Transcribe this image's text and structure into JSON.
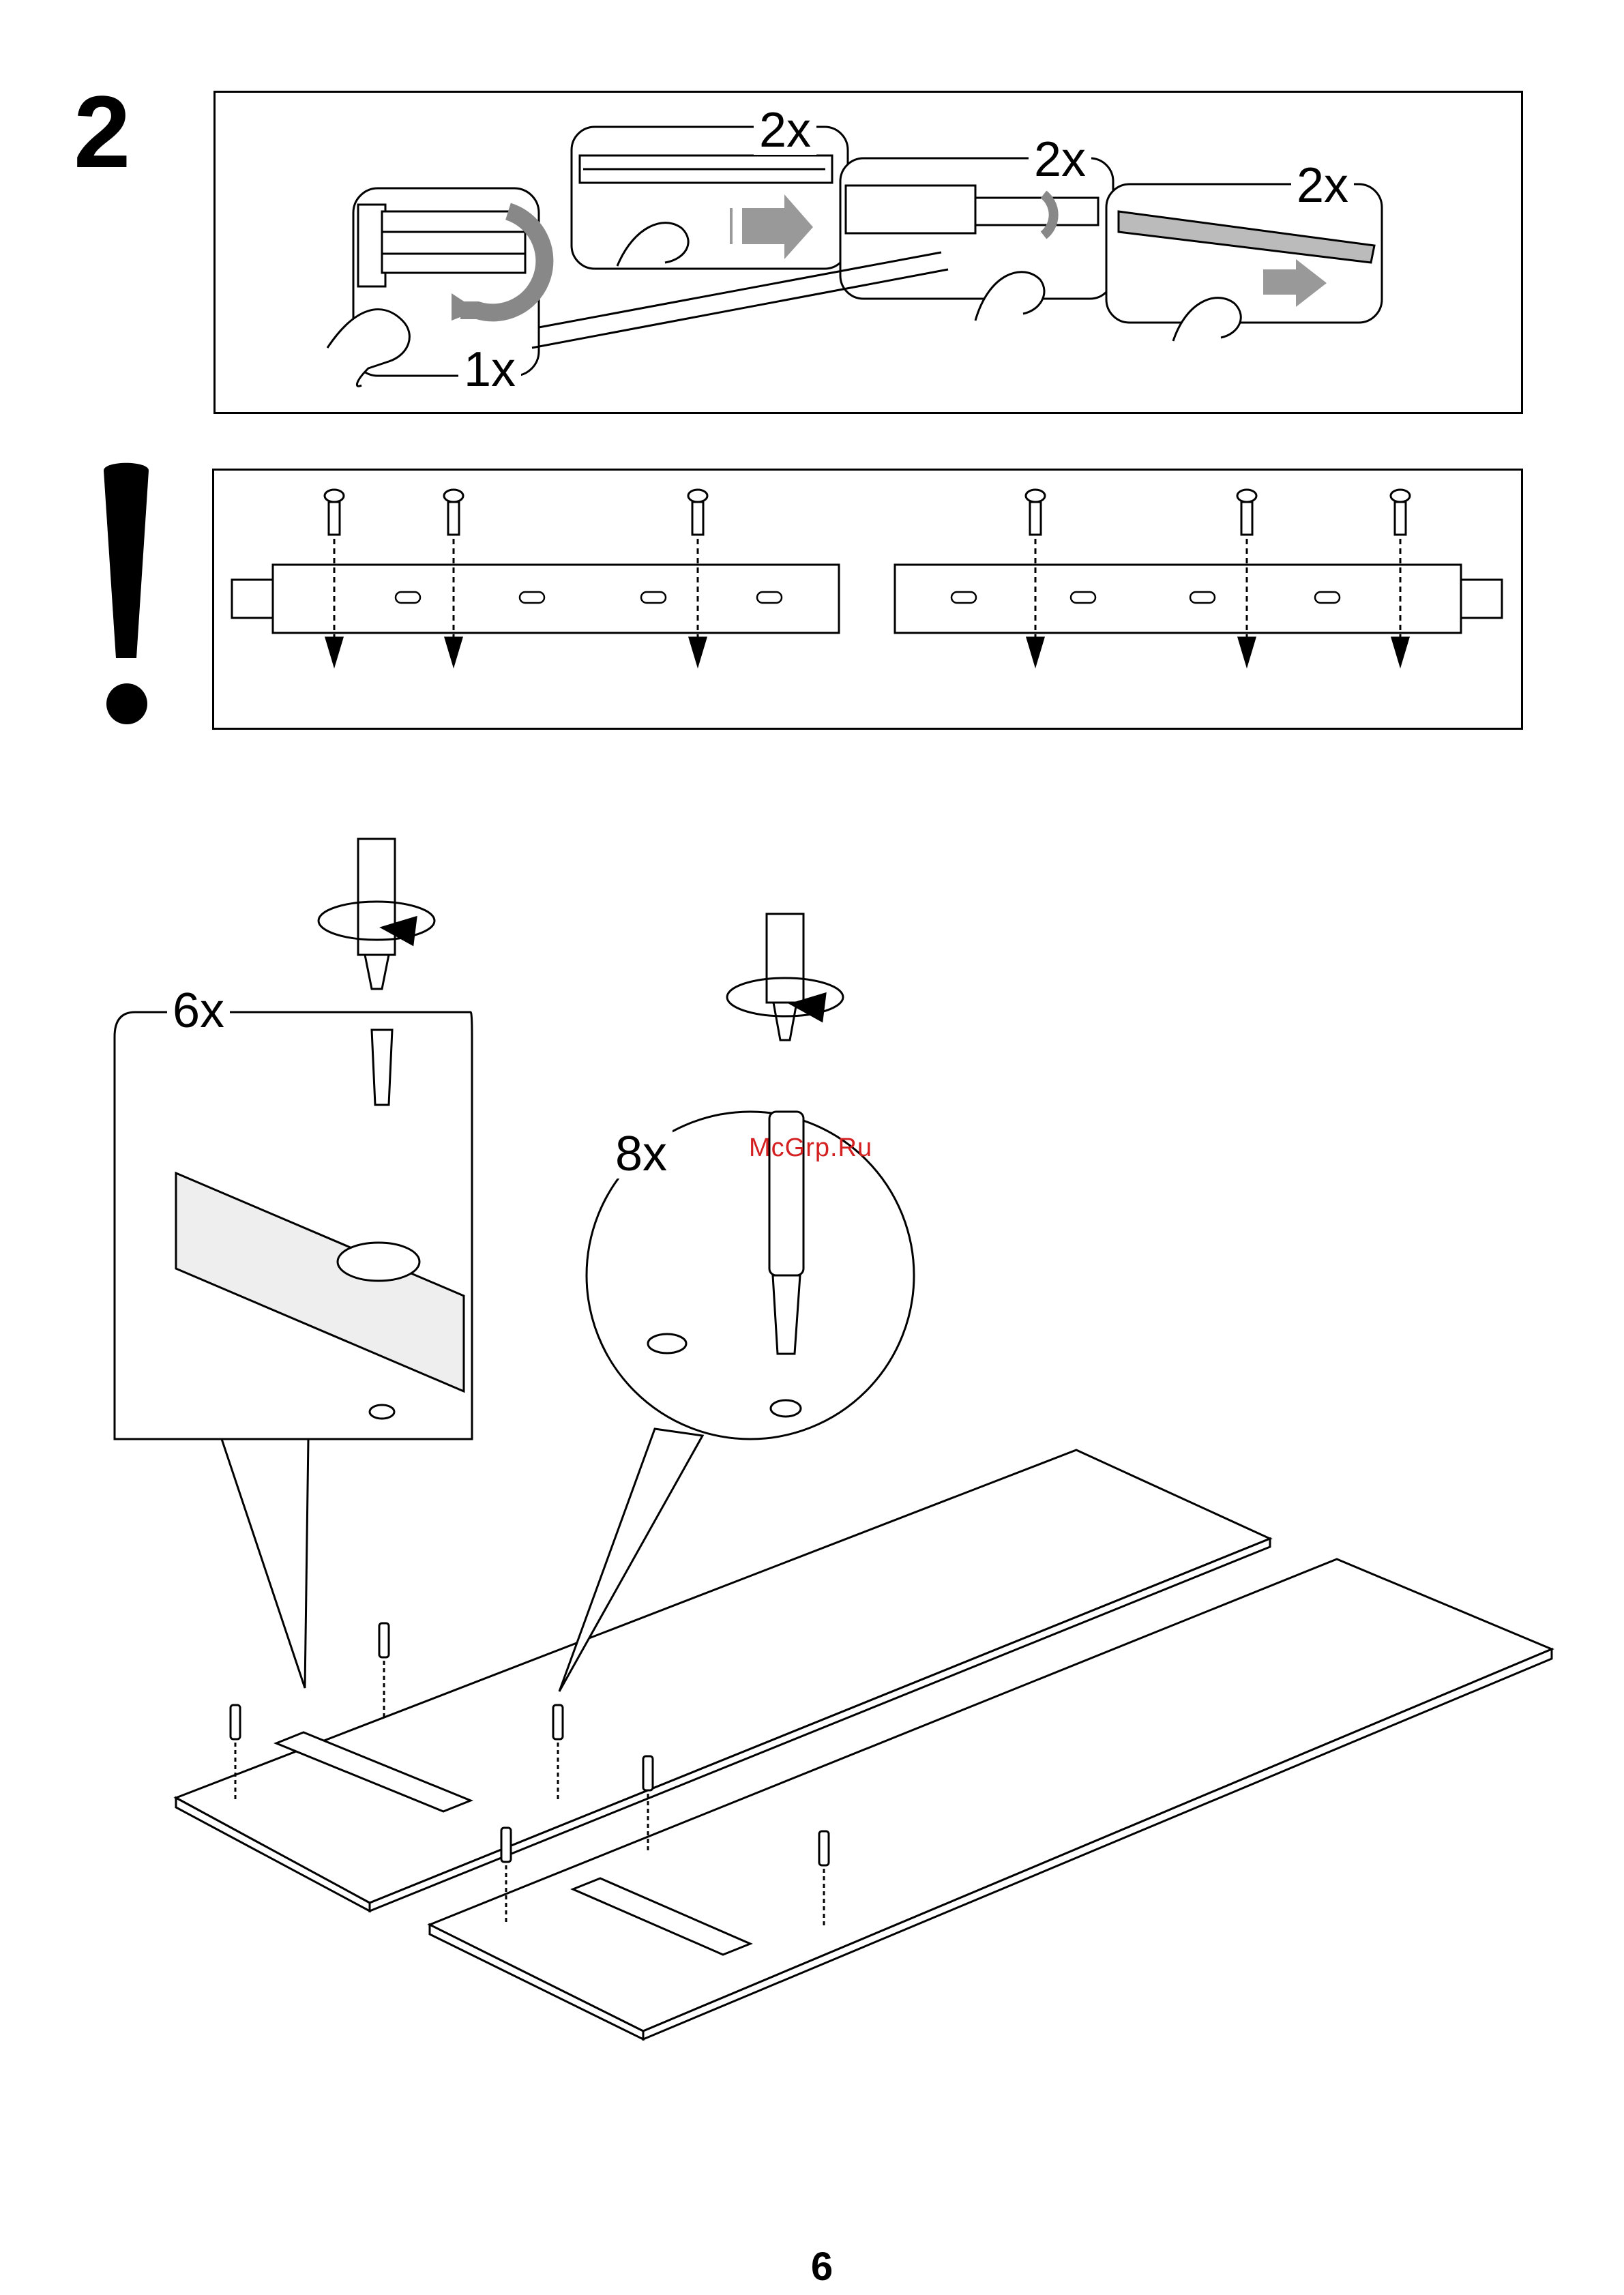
{
  "page": {
    "step_number": "2",
    "page_number": "6",
    "watermark": "McGrp.Ru"
  },
  "panel_top": {
    "qty_1": "1x",
    "qty_2a": "2x",
    "qty_2b": "2x",
    "qty_2c": "2x"
  },
  "main": {
    "qty_screws": "6x",
    "qty_dowels": "8x"
  },
  "icons": [
    "exclamation-icon",
    "hand-icon",
    "rotate-arrow-icon",
    "push-arrow-icon",
    "screwdriver-icon",
    "screw-icon",
    "dowel-icon"
  ],
  "colors": {
    "ink": "#000000",
    "shade": "#9a9a9a",
    "light": "#d8d8d8",
    "watermark": "#d42020"
  }
}
